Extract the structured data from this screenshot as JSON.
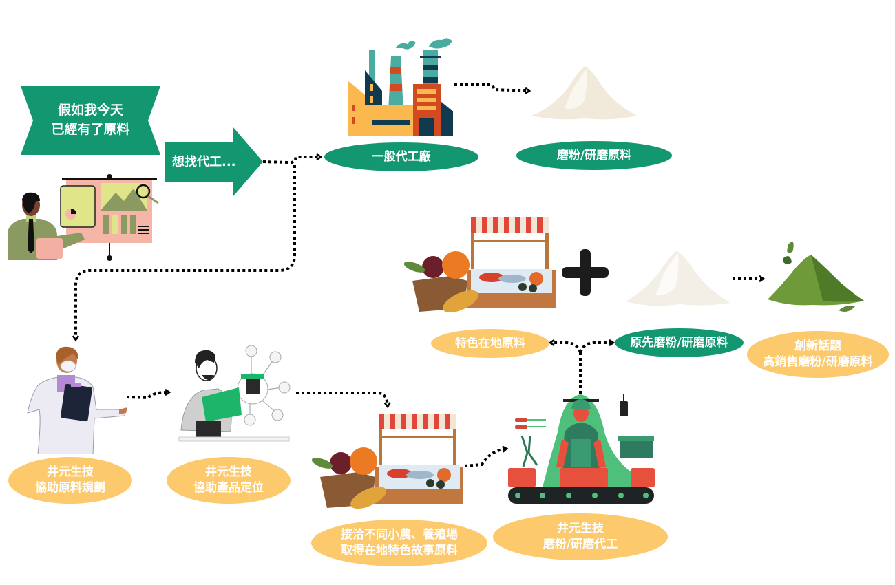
{
  "colors": {
    "green": "#129770",
    "yellow": "#fcc96c",
    "connector": "#000000",
    "text_on_shape": "#ffffff"
  },
  "intro": {
    "banner_lines": [
      "假如我今天",
      "已經有了原料"
    ],
    "arrow_label": "想找代工..."
  },
  "path_a": {
    "factory_label": "一般代工廠",
    "result_label": "磨粉/研磨原料"
  },
  "path_b": {
    "step1_lines": [
      "井元生技",
      "協助原料規劃"
    ],
    "step2_lines": [
      "井元生技",
      "協助產品定位"
    ],
    "step3_lines": [
      "接洽不同小農、養殖場",
      "取得在地特色故事原料"
    ],
    "step4_lines": [
      "井元生技",
      "磨粉/研磨代工"
    ]
  },
  "combination": {
    "local_label": "特色在地原料",
    "original_label": "原先磨粉/研磨原料",
    "plus_symbol": "+",
    "result_lines": [
      "創新話題",
      "高銷售磨粉/研磨原料"
    ]
  },
  "illustrations": {
    "presenter": "presenter-chart-illustration",
    "factory": "factory-illustration",
    "white_powder": "white-powder-pile",
    "market_stall": "produce-seafood-market-stall",
    "green_powder": "green-tea-powder-pile",
    "scientist": "lab-coat-scientist-illustration",
    "marketer": "product-positioning-illustration",
    "worker": "conveyor-worker-illustration"
  }
}
